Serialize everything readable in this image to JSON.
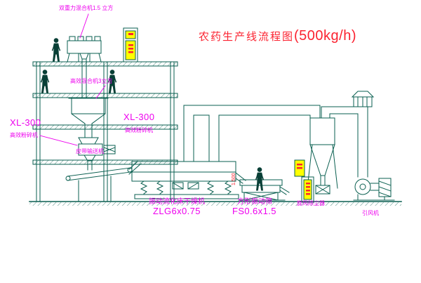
{
  "colors": {
    "line": "#0a5f50",
    "figure": "#083f36",
    "label": "#ee00ee",
    "title": "#fb2230",
    "cabinet": "#ffff00",
    "mark": "#fb2230"
  },
  "title": {
    "text": "农药生产线流程图",
    "capacity": "(500kg/h)"
  },
  "labels": {
    "top_mixer": "双重力混合机1.5 立方",
    "mixer3": "高效混合机3立方",
    "xl300_left": "XL-300",
    "crusher_left": "高效粉碎机",
    "xl300_mid": "XL-300",
    "crusher_mid": "高效粉碎机",
    "belt_conveyor": "皮带输送机",
    "dryer": "振动流化床干燥机",
    "dryer_model": "ZLG6x0.75",
    "screen": "方形振动筛",
    "screen_model": "FS0.6x1.5",
    "cyclone": "旋风除尘器",
    "fan": "引风机",
    "dim_1500": "1.500"
  }
}
